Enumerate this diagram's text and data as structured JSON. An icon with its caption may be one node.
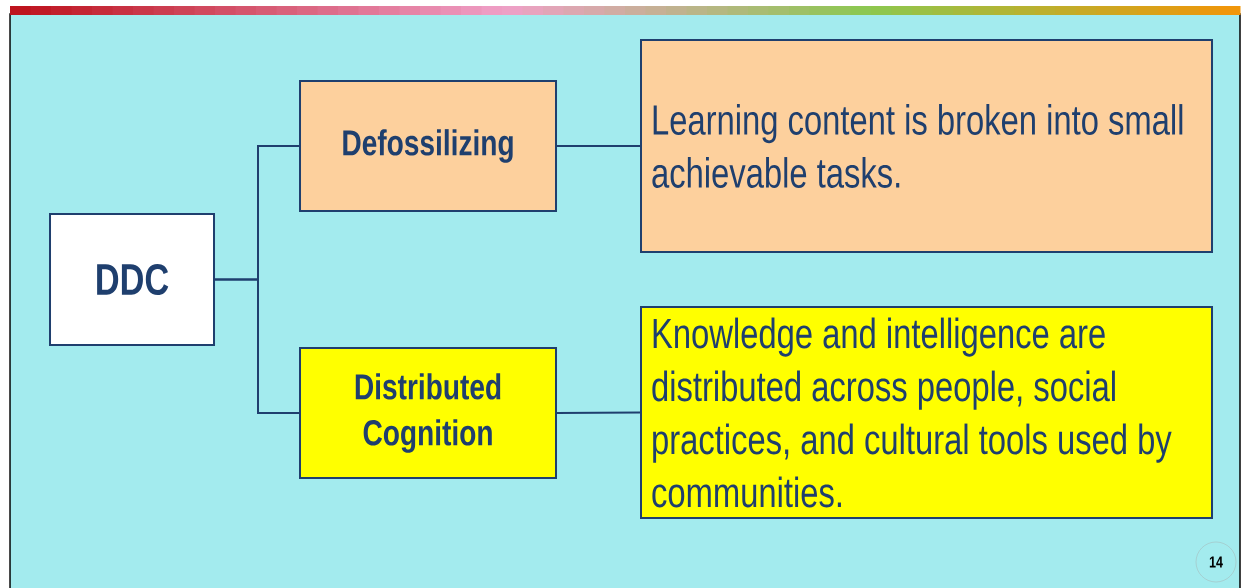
{
  "diagram": {
    "nodes": [
      {
        "text": [
          "DDC"
        ]
      },
      {
        "text": [
          "Defossilizing"
        ]
      },
      {
        "text": [
          "Distributed Cognition"
        ]
      },
      {
        "text": [
          "Learning content is broken into small achievable tasks."
        ]
      },
      {
        "text": [
          "Knowledge and intelligence are distributed across people, social practices, and cultural tools used by communities."
        ]
      }
    ],
    "edges": [
      {
        "from": 0,
        "to": 1,
        "arrow": "none"
      },
      {
        "from": 0,
        "to": 2,
        "arrow": "none"
      },
      {
        "from": 1,
        "to": 3,
        "arrow": "none"
      },
      {
        "from": 2,
        "to": 4,
        "arrow": "none"
      }
    ],
    "labels": [
      "14"
    ]
  }
}
